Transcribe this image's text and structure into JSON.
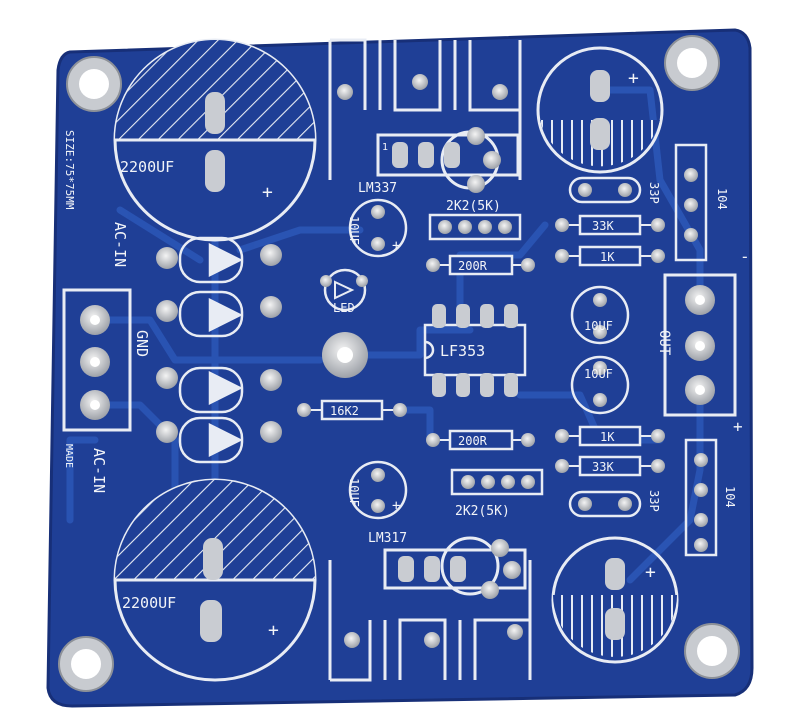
{
  "board": {
    "colors": {
      "substrate": "#1f3f96",
      "substrate_dark": "#172f78",
      "trace": "#2a55b4",
      "silk": "#e8ecf4",
      "pad": "#c9ccd2",
      "pad_hole": "#f7f7f7"
    },
    "labels": {
      "size": "SIZE:75*75MM",
      "cap_top_left": "2200UF",
      "cap_bottom_left": "2200UF",
      "ac_in_top": "AC-IN",
      "ac_in_bottom": "AC-IN",
      "gnd": "GND",
      "made": "MADE",
      "lm337": "LM337",
      "lm317": "LM317",
      "led": "LED",
      "cap_10uf_top": "10UF",
      "cap_10uf_bottom": "10UF",
      "cap_10uf_right_top": "10UF",
      "cap_10uf_right_bottom": "10UF",
      "pot_top": "2K2(5K)",
      "pot_bottom": "2K2(5K)",
      "res_200r_top": "200R",
      "res_200r_bottom": "200R",
      "res_16k2": "16K2",
      "res_33k_top": "33K",
      "res_33k_bottom": "33K",
      "res_1k_top": "1K",
      "res_1k_bottom": "1K",
      "cap_33p_top": "33P",
      "cap_33p_bottom": "33P",
      "cap_104_top": "104",
      "cap_104_bottom": "104",
      "op_amp": "LF353",
      "out": "OUT",
      "pin1": "1",
      "plus": "+",
      "minus": "-"
    }
  }
}
